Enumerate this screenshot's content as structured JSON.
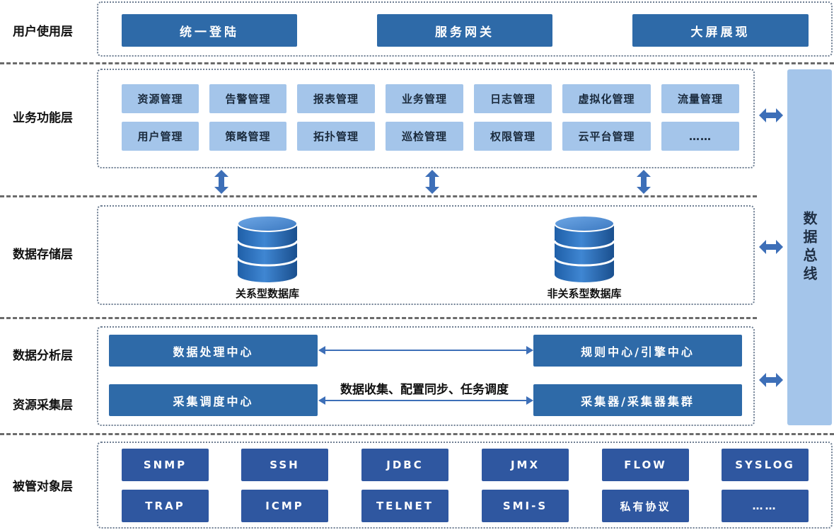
{
  "layers": {
    "user": "用户使用层",
    "business": "业务功能层",
    "storage": "数据存储层",
    "analysis": "数据分析层",
    "collection": "资源采集层",
    "managed": "被管对象层"
  },
  "user_layer": {
    "items": [
      "统一登陆",
      "服务网关",
      "大屏展现"
    ]
  },
  "business_layer": {
    "row1": [
      "资源管理",
      "告警管理",
      "报表管理",
      "业务管理",
      "日志管理",
      "虚拟化管理",
      "流量管理"
    ],
    "row2": [
      "用户管理",
      "策略管理",
      "拓扑管理",
      "巡检管理",
      "权限管理",
      "云平台管理",
      "……"
    ]
  },
  "storage_layer": {
    "relational": "关系型数据库",
    "nonrelational": "非关系型数据库"
  },
  "analysis_layer": {
    "data_processing": "数据处理中心",
    "rules": "规则中心/引擎中心",
    "scheduler": "采集调度中心",
    "collectors": "采集器/采集器集群",
    "note": "数据收集、配置同步、任务调度"
  },
  "managed_layer": {
    "row1": [
      "SNMP",
      "SSH",
      "JDBC",
      "JMX",
      "FLOW",
      "SYSLOG"
    ],
    "row2": [
      "TRAP",
      "ICMP",
      "TELNET",
      "SMI-S",
      "私有协议",
      "……"
    ]
  },
  "bus": {
    "label": "数据总线"
  },
  "colors": {
    "dark_blue": "#2e6aa8",
    "navy": "#2f57a0",
    "light_blue": "#a4c5ea",
    "arrow": "#3d6fb8"
  },
  "icons": {
    "vertical_arrow": "double-arrow-vertical-icon",
    "horizontal_arrow": "double-arrow-horizontal-icon",
    "database": "database-icon"
  }
}
